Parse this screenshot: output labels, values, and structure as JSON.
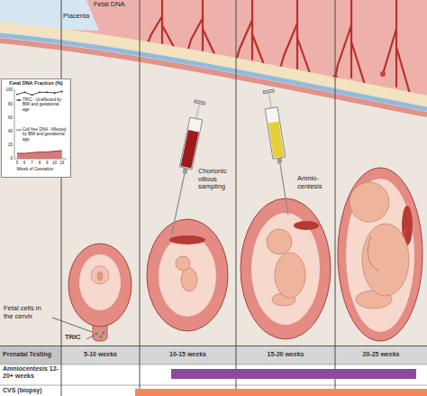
{
  "diagram": {
    "nodes": [
      {
        "text": [
          "Fetal DNA Fraction (%)"
        ]
      }
    ],
    "labels": [
      "Fetal DNA",
      "Placenta",
      "100",
      "80",
      "60",
      "40",
      "20",
      "0",
      "5",
      "6",
      "7",
      "8",
      "9",
      "10",
      "19",
      "Week of Gestation",
      "Chorionic villous sampling",
      "Amnio- centesis",
      "Fetal cells in the cervix",
      "TRIC",
      "Prenatal Testing",
      "5-10 weeks",
      "10-15 weeks",
      "15-20 weeks",
      "20-25 weeks",
      "Amniocentesis 12-20+ weeks",
      "CVS (biopsy)"
    ],
    "legend": [
      {
        "text": "TRIC - Unaffected by BMI and gestational age"
      },
      {
        "text": "Cell free DNA - Affected by BMI and gestational age"
      }
    ]
  }
}
